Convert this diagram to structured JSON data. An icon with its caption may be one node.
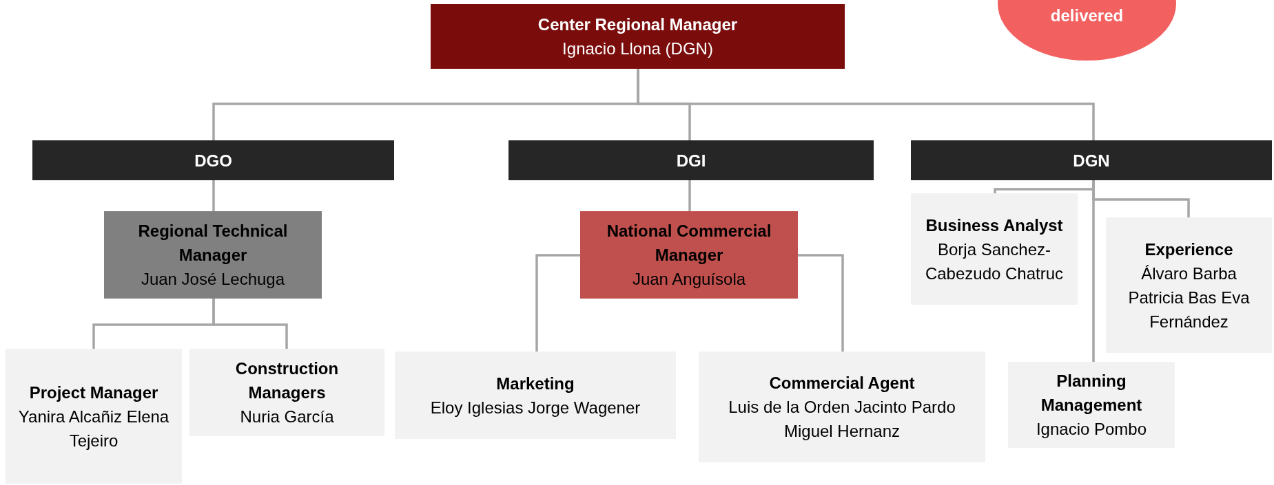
{
  "diagram": {
    "nodes": [
      {
        "text": [
          "Center Regional Manager",
          "Ignacio Llona (DGN)"
        ]
      },
      {
        "text": [
          "DGO"
        ]
      },
      {
        "text": [
          "DGI"
        ]
      },
      {
        "text": [
          "DGN"
        ]
      },
      {
        "text": [
          "Regional Technical Manager",
          "Juan José Lechuga"
        ]
      },
      {
        "text": [
          "Project Manager",
          "Yanira Alcañiz Elena Tejeiro"
        ]
      },
      {
        "text": [
          "Construction Managers",
          "Nuria García"
        ]
      },
      {
        "text": [
          "National Commercial Manager",
          "Juan Anguísola"
        ]
      },
      {
        "text": [
          "Marketing",
          "Eloy Iglesias Jorge Wagener"
        ]
      },
      {
        "text": [
          "Commercial Agent",
          "Luis de la Orden Jacinto Pardo Miguel Hernanz"
        ]
      },
      {
        "text": [
          "Business Analyst",
          "Borja Sanchez-Cabezudo Chatruc"
        ]
      },
      {
        "text": [
          "Experience",
          "Álvaro Barba Patricia Bas Eva Fernández"
        ]
      },
      {
        "text": [
          "Planning Management",
          "Ignacio Pombo"
        ]
      },
      {
        "text": [
          "delivered"
        ]
      }
    ],
    "edges": [
      {
        "from": 0,
        "to": 1,
        "arrow": "none"
      },
      {
        "from": 0,
        "to": 2,
        "arrow": "none"
      },
      {
        "from": 0,
        "to": 3,
        "arrow": "none"
      },
      {
        "from": 1,
        "to": 4,
        "arrow": "none"
      },
      {
        "from": 4,
        "to": 5,
        "arrow": "none"
      },
      {
        "from": 4,
        "to": 6,
        "arrow": "none"
      },
      {
        "from": 2,
        "to": 7,
        "arrow": "none"
      },
      {
        "from": 7,
        "to": 8,
        "arrow": "none"
      },
      {
        "from": 7,
        "to": 9,
        "arrow": "none"
      },
      {
        "from": 3,
        "to": 10,
        "arrow": "none"
      },
      {
        "from": 3,
        "to": 11,
        "arrow": "none"
      },
      {
        "from": 3,
        "to": 12,
        "arrow": "none"
      }
    ]
  }
}
